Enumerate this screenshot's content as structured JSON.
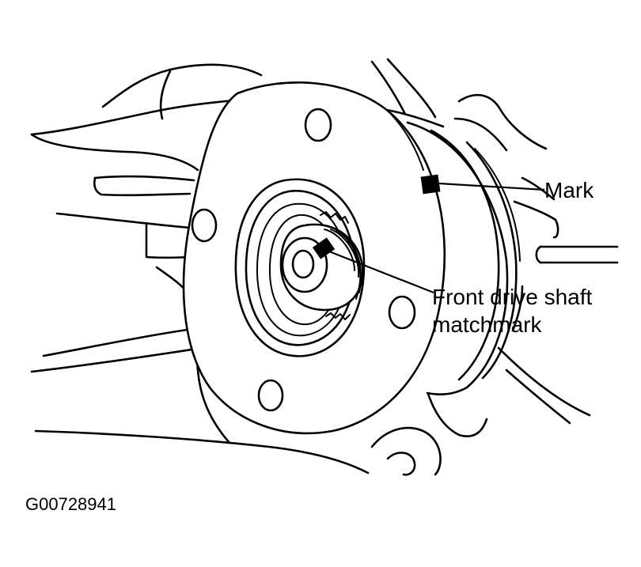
{
  "labels": {
    "mark": "Mark",
    "shaft_line1": "Front drive shaft",
    "shaft_line2": "matchmark",
    "figure_id": "G00728941"
  },
  "colors": {
    "ink": "#000000",
    "paper": "#ffffff"
  }
}
